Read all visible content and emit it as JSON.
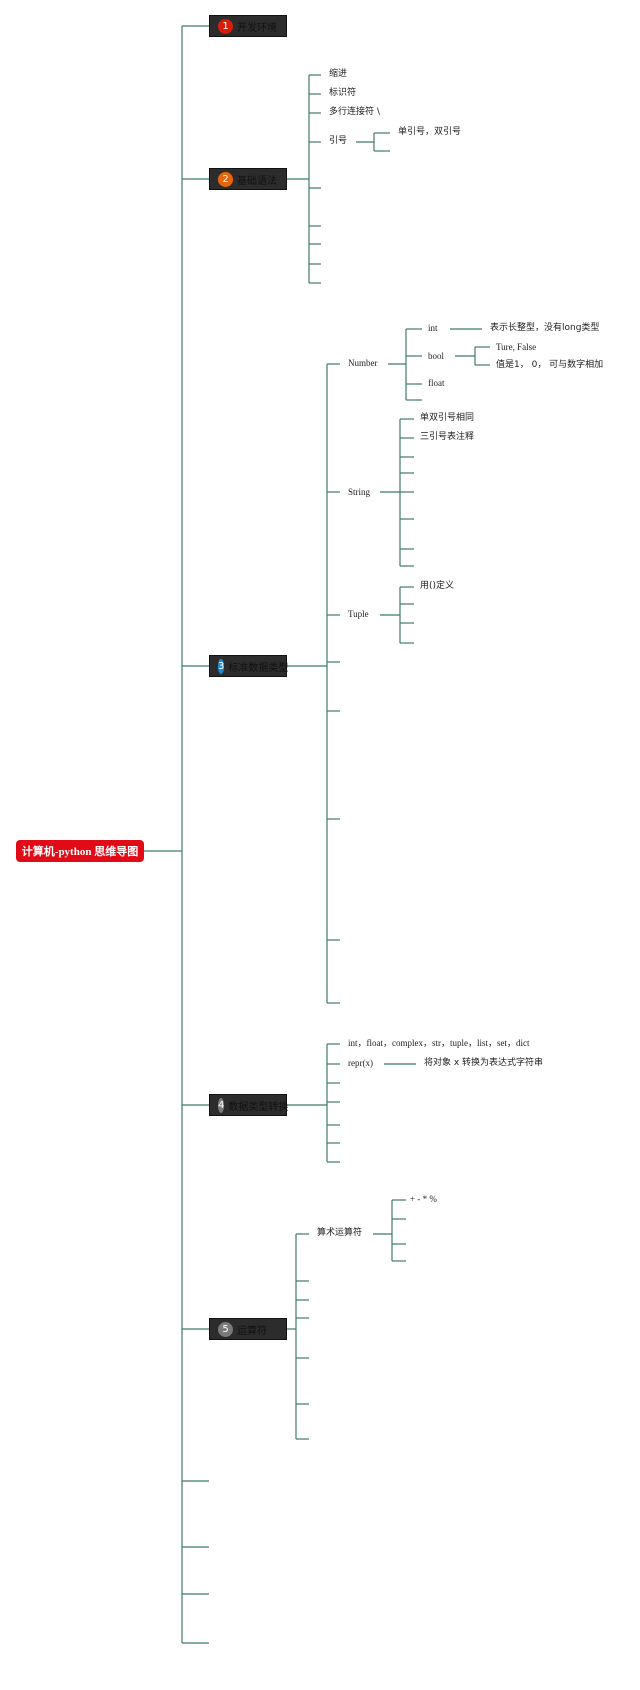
{
  "root": {
    "label": "计算机-python 思维导图"
  },
  "colors": {
    "line": "#3f7a6a",
    "root_bg": "#e00b17",
    "topic_bg": "#2c2c2c"
  },
  "topics": [
    {
      "num": "1",
      "label": "开发环境",
      "badge_color": "#d81e06"
    },
    {
      "num": "2",
      "label": "基础语法",
      "badge_color": "#e8650a"
    },
    {
      "num": "3",
      "label": "标准数据类型",
      "badge_color": "#1a8fd6"
    },
    {
      "num": "4",
      "label": "数据类型转换",
      "badge_color": "#7a7a7a"
    },
    {
      "num": "5",
      "label": "运算符",
      "badge_color": "#7a7a7a"
    }
  ],
  "syntax": {
    "indent": "缩进",
    "identifier": "标识符",
    "multiline": "多行连接符 \\",
    "quote": "引号",
    "quote_child": "单引号，双引号"
  },
  "types": {
    "number": "Number",
    "int": "int",
    "int_note": "表示长整型，没有long类型",
    "bool": "bool",
    "bool_values": "Ture, False",
    "bool_note": "值是1， 0， 可与数字相加",
    "float": "float",
    "string": "String",
    "string_c1": "单双引号相同",
    "string_c2": "三引号表注释",
    "tuple": "Tuple",
    "tuple_c1": "用()定义"
  },
  "conversion": {
    "types_list": "int，float，complex，str，tuple，list，set，dict",
    "repr": "repr(x)",
    "repr_note": "将对象 x 转换为表达式字符串"
  },
  "operators": {
    "arith": "算术运算符",
    "arith_ops": "+ - * %"
  }
}
